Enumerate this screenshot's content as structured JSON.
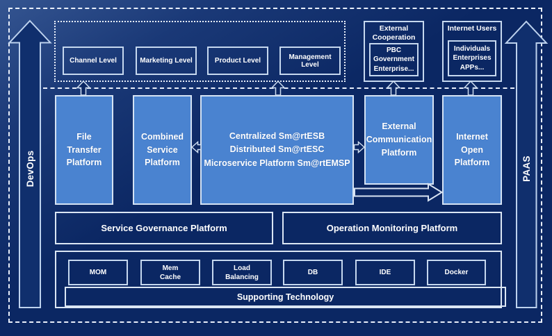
{
  "diagram": {
    "side_rails": {
      "left_label": "DevOps",
      "right_label": "PAAS"
    },
    "levels": {
      "items": [
        {
          "label": "Channel Level"
        },
        {
          "label": "Marketing Level"
        },
        {
          "label": "Product Level"
        },
        {
          "label": "Management Level"
        }
      ]
    },
    "external_cooperation": {
      "title": "External\nCooperation",
      "content": "PBC Government\nEnterprise..."
    },
    "internet_users": {
      "title": "Internet Users",
      "content": "Individuals\nEnterprises\nAPPs..."
    },
    "platforms": {
      "file_transfer": "File\nTransfer\nPlatform",
      "combined_service": "Combined\nService\nPlatform",
      "esb_center": "Centralized Sm@rtESB\nDistributed Sm@rtESC\nMicroservice Platform Sm@rtEMSP",
      "external_communication": "External\nCommunication\nPlatform",
      "internet_open": "Internet\nOpen\nPlatform"
    },
    "governance": {
      "service_governance": "Service Governance Platform",
      "operation_monitoring": "Operation Monitoring Platform"
    },
    "supporting": {
      "items": [
        "MOM",
        "Mem\nCache",
        "Load\nBalancing",
        "DB",
        "IDE",
        "Docker"
      ],
      "title": "Supporting Technology"
    },
    "colors": {
      "background": "#0B2763",
      "panel_fill": "#4A83D0",
      "panel_border": "#D5E3F4",
      "outline_boxes_border": "#C6D8EF",
      "dashed_lines": "#E9EFFA",
      "text": "#FFFFFF"
    }
  }
}
